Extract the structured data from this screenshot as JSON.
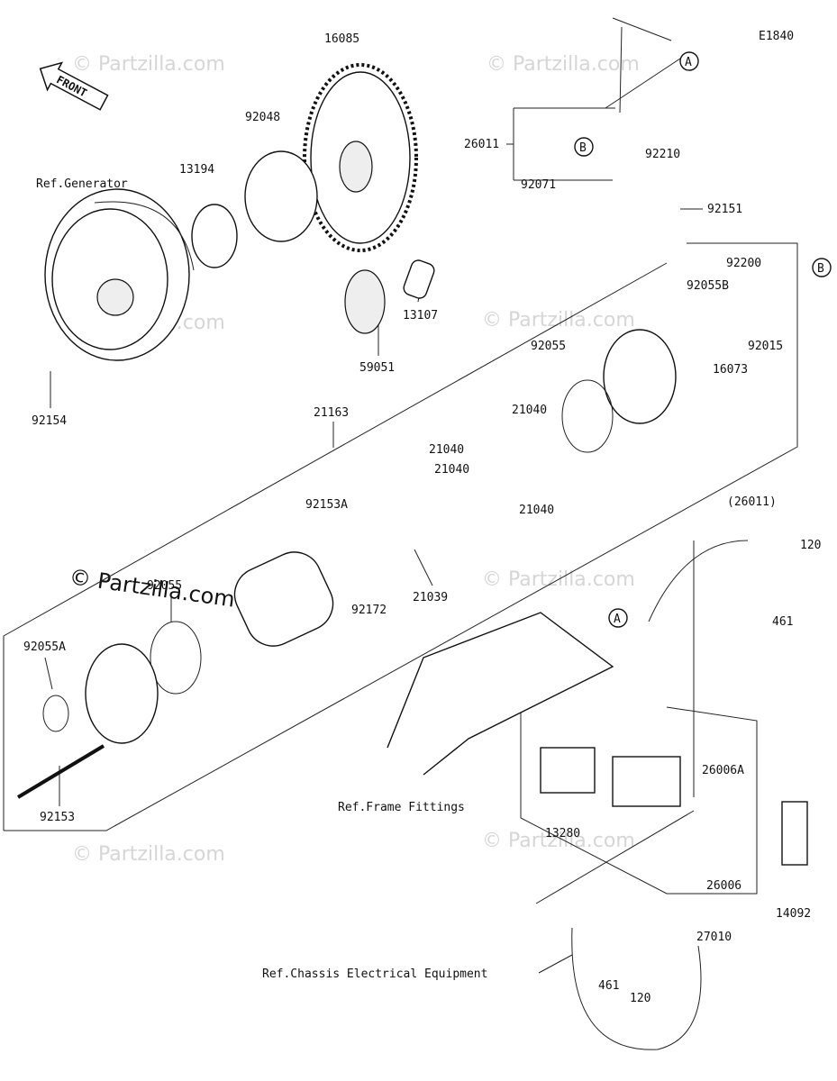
{
  "diagram_code": "E1840",
  "front_label": "FRONT",
  "watermark": "© Partzilla.com",
  "callouts": {
    "a": "A",
    "b": "B"
  },
  "labels": {
    "p16085": "16085",
    "p92048": "92048",
    "p13194": "13194",
    "ref_generator": "Ref.Generator",
    "p26011": "26011",
    "p92210": "92210",
    "p92071": "92071",
    "p92151": "92151",
    "p92200": "92200",
    "p92055B": "92055B",
    "p92015": "92015",
    "p16073": "16073",
    "p13107": "13107",
    "p59051": "59051",
    "p92154": "92154",
    "p92055_upper": "92055",
    "p21163": "21163",
    "p21040_a": "21040",
    "p21040_b": "21040",
    "p21040_c": "21040",
    "p21040_d": "21040",
    "p92153A": "92153A",
    "p92172": "92172",
    "p21039": "21039",
    "p26011_ref": "(26011)",
    "p120_upper": "120",
    "p461_upper": "461",
    "p92055_lower": "92055",
    "p92055A": "92055A",
    "p92153": "92153",
    "ref_frame": "Ref.Frame Fittings",
    "p13280": "13280",
    "p26006A": "26006A",
    "p26006": "26006",
    "p27010": "27010",
    "p14092": "14092",
    "ref_chassis": "Ref.Chassis Electrical Equipment",
    "p461_lower": "461",
    "p120_lower": "120"
  }
}
